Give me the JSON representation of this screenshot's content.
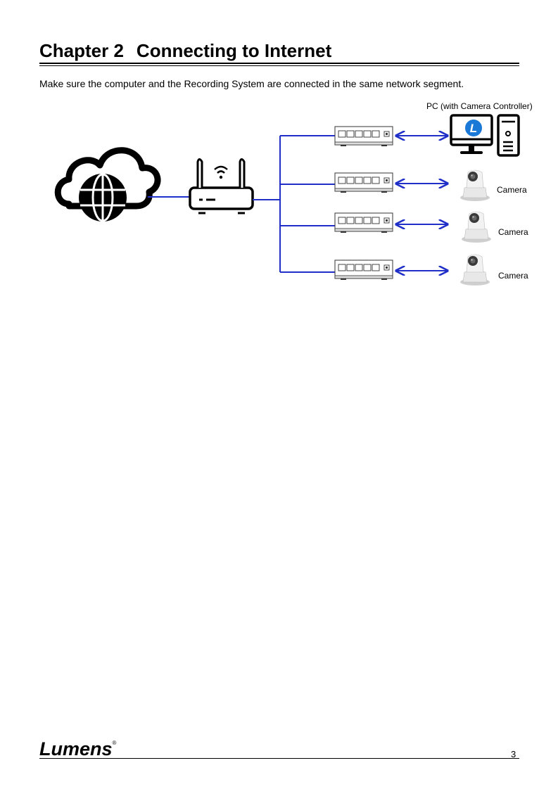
{
  "chapter": {
    "number": "Chapter 2",
    "title": "Connecting to Internet"
  },
  "intro": "Make sure the computer and the Recording System are connected in the same network segment.",
  "diagram": {
    "pc_label": "PC (with Camera Controller)",
    "pc_badge": "L",
    "camera_labels": [
      "Camera",
      "Camera",
      "Camera"
    ],
    "link_color": "#1f2fc8"
  },
  "footer": {
    "logo": "Lumens",
    "logo_mark": "®",
    "page": "3"
  }
}
